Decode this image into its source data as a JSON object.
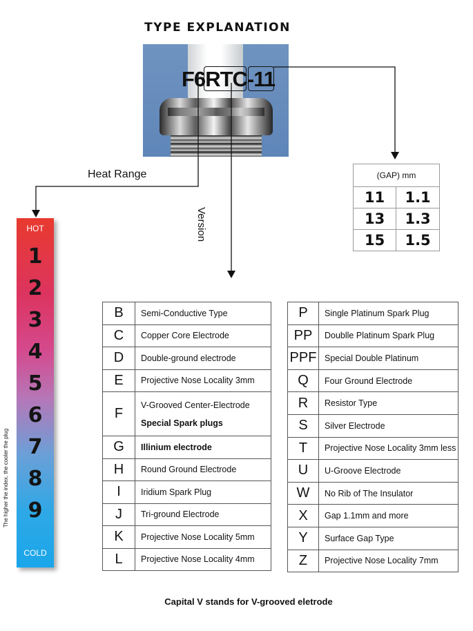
{
  "title": "TYPE EXPLANATION",
  "plug": {
    "code_prefix": "F6",
    "code_mid": "RTC",
    "code_suffix": "-11"
  },
  "labels": {
    "heat_range": "Heat Range",
    "version": "Version"
  },
  "gap_table": {
    "header": "(GAP)   mm",
    "rows": [
      {
        "code": "11",
        "gap": "1.1"
      },
      {
        "code": "13",
        "gap": "1.3"
      },
      {
        "code": "15",
        "gap": "1.5"
      }
    ]
  },
  "heat_bar": {
    "top_label": "HOT",
    "bottom_label": "COLD",
    "numbers": [
      "1",
      "2",
      "3",
      "4",
      "5",
      "6",
      "7",
      "8",
      "9"
    ],
    "side_note": "The higher the index, the cooler the plug"
  },
  "left_table": [
    {
      "code": "B",
      "desc": "Semi-Conductive Type"
    },
    {
      "code": "C",
      "desc": "Copper Core Electrode"
    },
    {
      "code": "D",
      "desc": "Double-ground electrode"
    },
    {
      "code": "E",
      "desc": "Projective Nose Locality 3mm"
    },
    {
      "code": "F",
      "desc": "V-Grooved Center-Electrode",
      "desc2": "Special Spark plugs"
    },
    {
      "code": "G",
      "desc": "Illinium electrode"
    },
    {
      "code": "H",
      "desc": "Round Ground Electrode"
    },
    {
      "code": "I",
      "desc": "Iridium Spark Plug"
    },
    {
      "code": "J",
      "desc": "Tri-ground Electrode"
    },
    {
      "code": "K",
      "desc": "Projective Nose Locality 5mm"
    },
    {
      "code": "L",
      "desc": "Projective Nose Locality 4mm"
    }
  ],
  "right_table": [
    {
      "code": "P",
      "desc": "Single Platinum Spark Plug"
    },
    {
      "code": "PP",
      "desc": "Doublle Platinum Spark Plug"
    },
    {
      "code": "PPF",
      "desc": "Special Double Platinum"
    },
    {
      "code": "Q",
      "desc": "Four Ground Electrode"
    },
    {
      "code": "R",
      "desc": "Resistor Type"
    },
    {
      "code": "S",
      "desc": "Silver Electrode"
    },
    {
      "code": "T",
      "desc": "Projective Nose Locality 3mm less"
    },
    {
      "code": "U",
      "desc": "U-Groove Electrode"
    },
    {
      "code": "W",
      "desc": "No Rib of The Insulator"
    },
    {
      "code": "X",
      "desc": "Gap 1.1mm and more"
    },
    {
      "code": "Y",
      "desc": "Surface Gap Type"
    },
    {
      "code": "Z",
      "desc": "Projective Nose Locality 7mm"
    }
  ],
  "footer": "Capital V stands for V-grooved eletrode",
  "colors": {
    "photo_background": "#6a8fbe",
    "heat_hot": "#e83a2e",
    "heat_cold": "#1aa6ea"
  }
}
